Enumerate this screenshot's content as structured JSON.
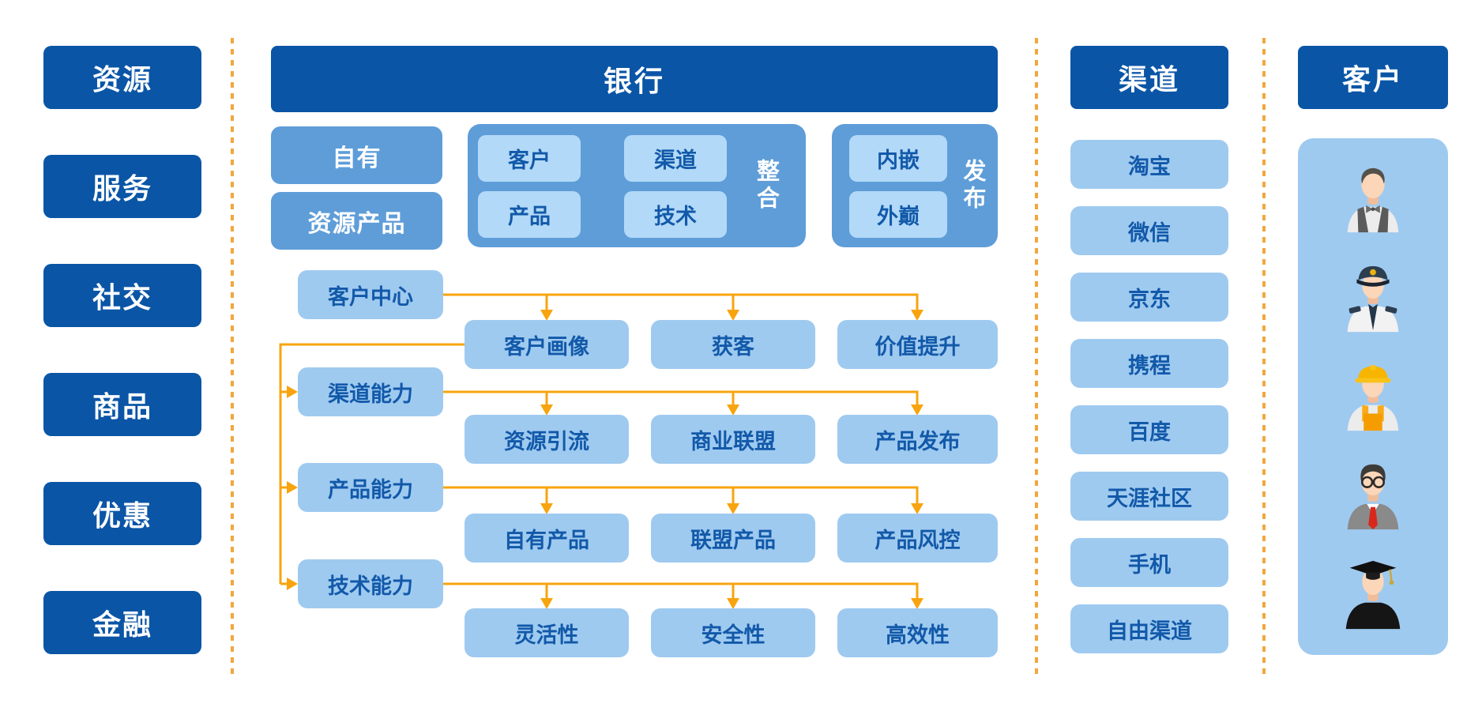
{
  "left_panel": {
    "items": [
      "资源",
      "服务",
      "社交",
      "商品",
      "优惠",
      "金融"
    ]
  },
  "bank": {
    "title": "银行",
    "own_boxes": [
      "自有",
      "资源产品"
    ],
    "integration_group": {
      "label": "整合",
      "cells": [
        "客户",
        "渠道",
        "产品",
        "技术"
      ]
    },
    "publish_group": {
      "label": "发布",
      "cells": [
        "内嵌",
        "外巅"
      ]
    },
    "flow_rows": [
      {
        "level": "客户中心",
        "subs": [
          "客户画像",
          "获客",
          "价值提升"
        ]
      },
      {
        "level": "渠道能力",
        "subs": [
          "资源引流",
          "商业联盟",
          "产品发布"
        ]
      },
      {
        "level": "产品能力",
        "subs": [
          "自有产品",
          "联盟产品",
          "产品风控"
        ]
      },
      {
        "level": "技术能力",
        "subs": [
          "灵活性",
          "安全性",
          "高效性"
        ]
      }
    ]
  },
  "channels": {
    "title": "渠道",
    "items": [
      "淘宝",
      "微信",
      "京东",
      "携程",
      "百度",
      "天涯社区",
      "手机",
      "自由渠道"
    ]
  },
  "customers": {
    "title": "客户",
    "avatars": [
      "waiter-avatar",
      "pilot-avatar",
      "worker-avatar",
      "businessman-avatar",
      "graduate-avatar"
    ]
  },
  "colors": {
    "dark_blue": "#0a55a6",
    "mid_blue": "#5e9dd8",
    "light_blue": "#9fcaf0",
    "lighter_blue": "#b3d9f8",
    "text_blue": "#1259a9",
    "orange": "#f8a40e"
  }
}
